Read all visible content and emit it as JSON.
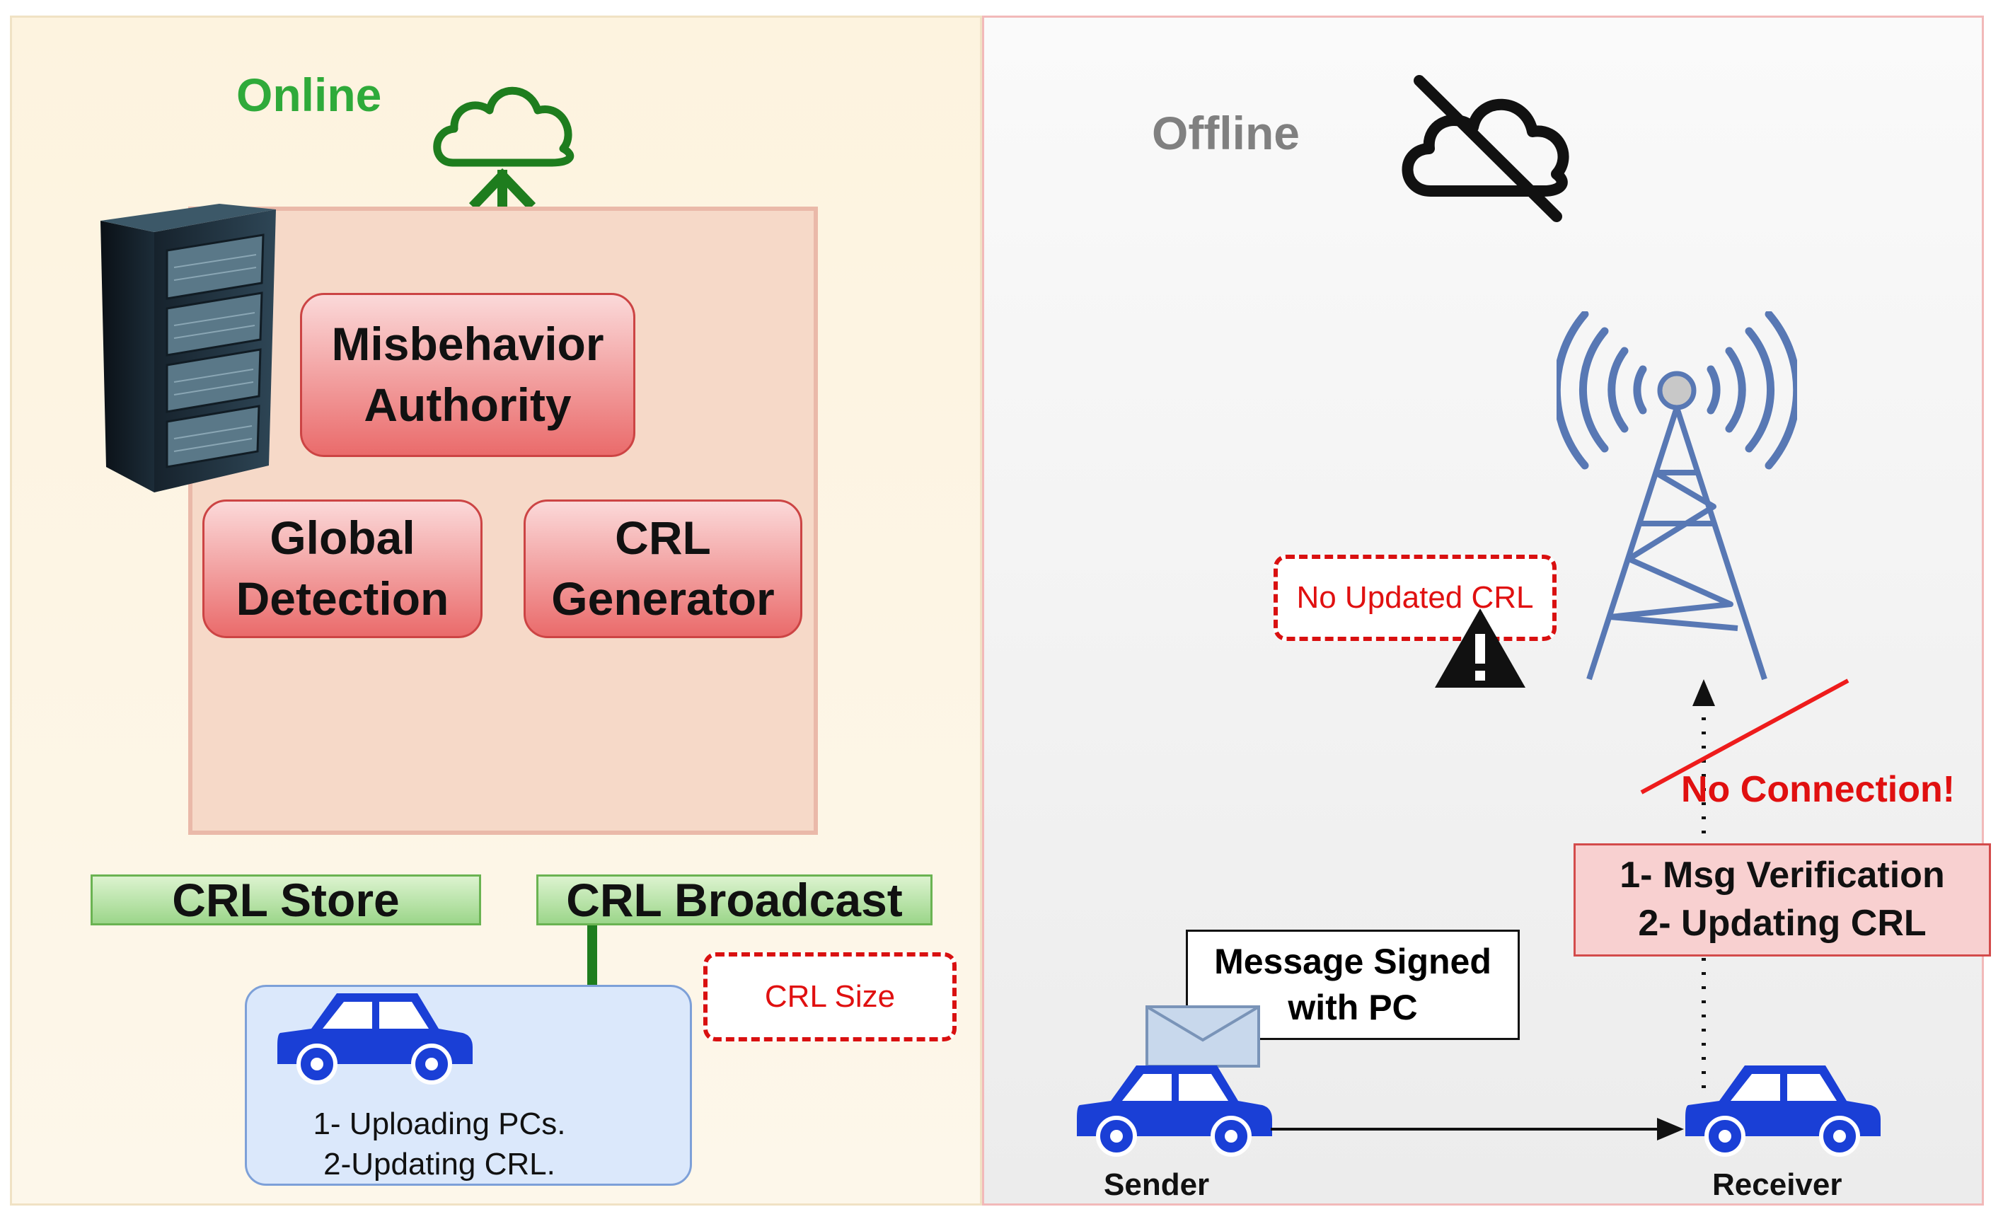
{
  "online": {
    "label": "Online",
    "ma": {
      "title": "Misbehavior\nAuthority"
    },
    "global_detection": "Global\nDetection",
    "crl_generator": "CRL\nGenerator",
    "crl_store": "CRL Store",
    "crl_broadcast": "CRL Broadcast",
    "crl_size": "CRL Size",
    "vehicle_steps": "1- Uploading PCs.\n2-Updating  CRL."
  },
  "offline": {
    "label": "Offline",
    "no_updated_crl": "No Updated CRL",
    "no_connection": "No Connection!",
    "verification": "1- Msg Verification\n2- Updating CRL",
    "message": "Message Signed\nwith PC",
    "sender": "Sender",
    "receiver": "Receiver"
  },
  "colors": {
    "online_green": "#2faa3a",
    "offline_gray": "#808080",
    "car_blue": "#1a3fd6",
    "alert_red": "#e01010",
    "tower_blue": "#5878b4"
  }
}
